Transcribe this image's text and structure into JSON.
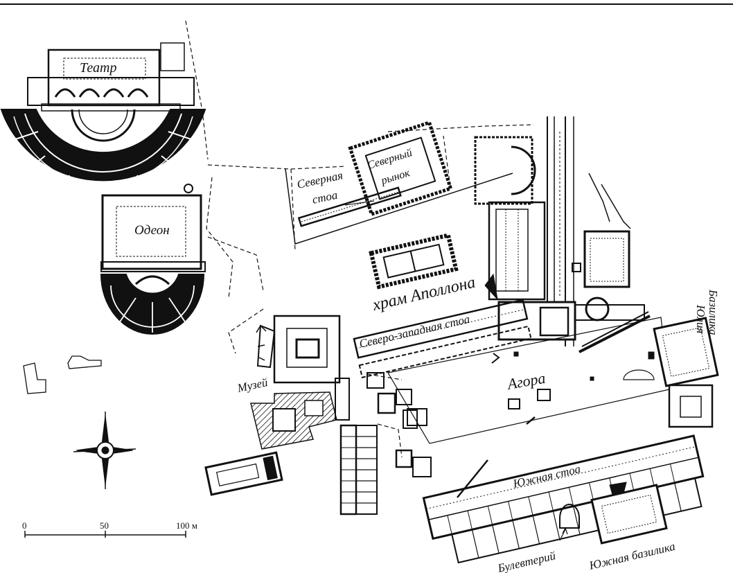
{
  "labels": {
    "theatre": "Театр",
    "north_market_1": "Северный",
    "north_market_2": "рынок",
    "north_stoa_1": "Северная",
    "north_stoa_2": "стоа",
    "odeon": "Одеон",
    "temple_apollo": "храм Аполлона",
    "northwest_stoa": "Северо-западная стоа",
    "agora": "Агора",
    "museum": "Музей",
    "south_stoa": "Южная стоа",
    "bouleuterion": "Булевтерий",
    "south_basilica": "Южная базилика",
    "julia_basilica_1": "Базилика",
    "julia_basilica_2": "Юлия"
  },
  "scale_bar": {
    "ticks": [
      "0",
      "50",
      "100 м"
    ]
  },
  "colors": {
    "ink": "#111111",
    "paper": "#ffffff"
  },
  "icons": [
    "compass-rose-icon"
  ]
}
